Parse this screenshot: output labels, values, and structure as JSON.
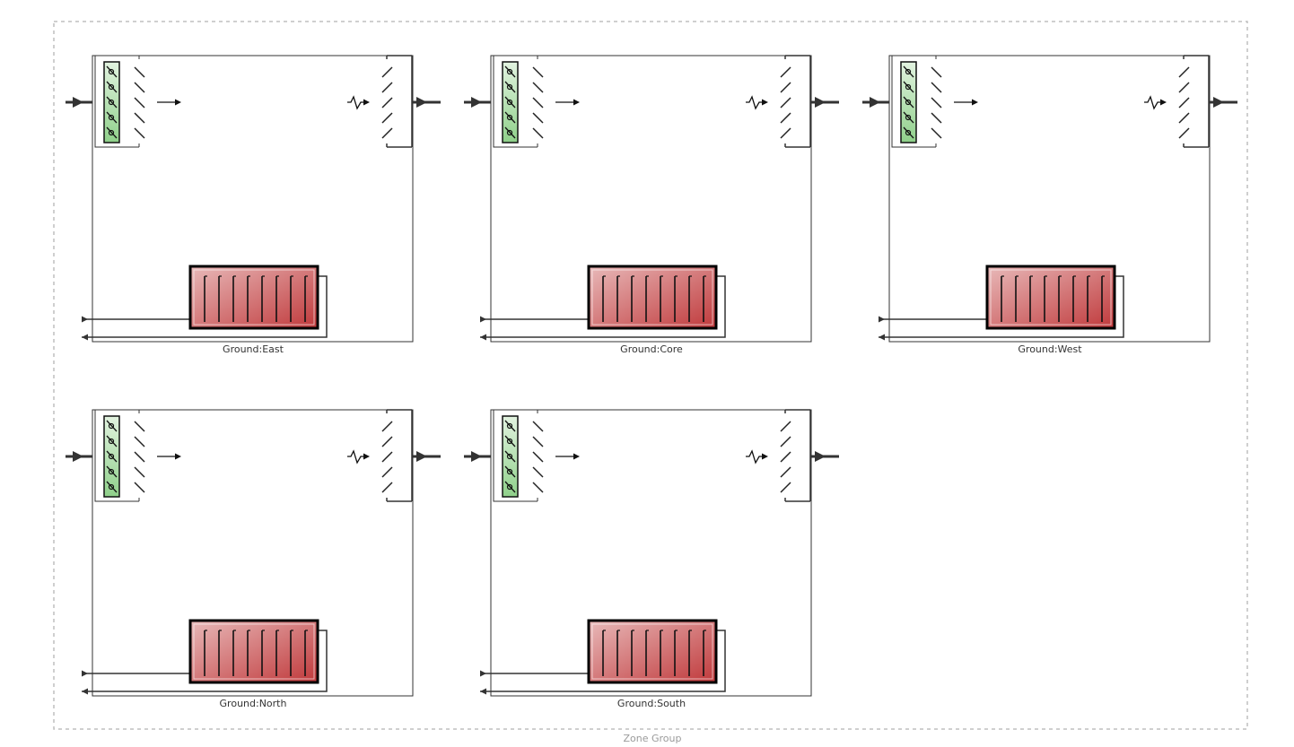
{
  "group": {
    "label": "Zone Group",
    "border_color": "#bfbfbf"
  },
  "zones": [
    {
      "name": "Ground:East"
    },
    {
      "name": "Ground:Core"
    },
    {
      "name": "Ground:West"
    },
    {
      "name": "Ground:North"
    },
    {
      "name": "Ground:South"
    }
  ],
  "components": {
    "supply_diffuser": {
      "icon": "supply-air-diffuser-icon"
    },
    "supply_flow": {
      "icon": "arrow-right-icon"
    },
    "return_flow": {
      "icon": "return-air-squiggle-icon"
    },
    "return_grille": {
      "icon": "return-grille-icon"
    },
    "zone_equipment": {
      "icon": "baseboard-heater-icon"
    }
  },
  "colors": {
    "line": "#333333",
    "diffuser_fill_top": "#e2f3e0",
    "diffuser_fill_bottom": "#8fd08a",
    "heater_fill_light": "#e8b9b9",
    "heater_fill_dark": "#c0393b",
    "heater_border": "#000000",
    "label_text": "#333333",
    "group_text": "#9a9a9a"
  }
}
